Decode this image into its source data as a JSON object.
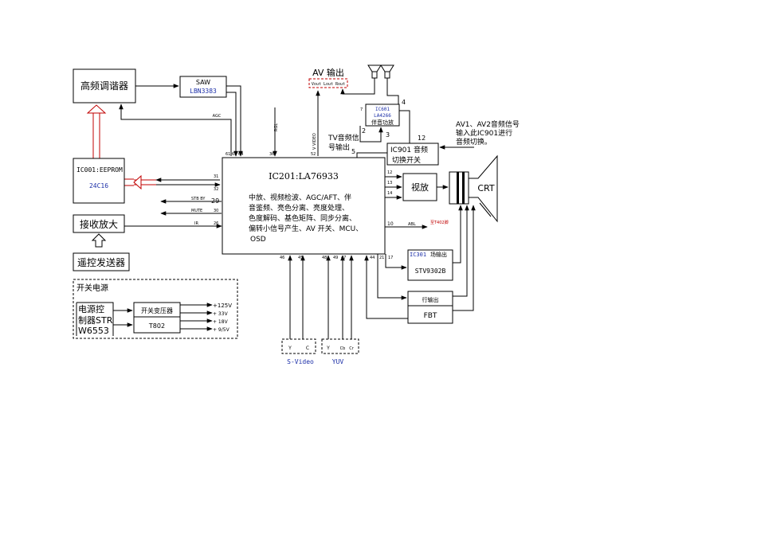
{
  "blocks": {
    "tuner": "高频调谐器",
    "saw_title": "SAW",
    "saw_part": "LBN3383",
    "eeprom_title": "IC001:EEPROM",
    "eeprom_part": "24C16",
    "receiver": "接收放大",
    "remote": "遥控发送器",
    "main_ic_title": "IC201:LA76933",
    "main_ic_desc": [
      "中放、视频检波、AGC/AFT、伴",
      "音鉴频、亮色分离、亮度处理、",
      "色度解码、基色矩阵、同步分离、",
      "偏转小信号产生、AV 开关、MCU、",
      "OSD"
    ],
    "av_out_title": "AV 输出",
    "av_out_ports": "Vout Lout Rout",
    "audio_amp_ic": "IC601",
    "audio_amp_part": "LA4266",
    "audio_amp_name": "伴音功放",
    "audio_switch_ic": "IC901 音频",
    "audio_switch_name": "切换开关",
    "tv_audio_note": [
      "TV音频信",
      "号输出"
    ],
    "av_audio_note": [
      "AV1、AV2音频信号",
      "输入此IC901进行",
      "音频切换。"
    ],
    "video_amp": "视放",
    "crt": "CRT",
    "vert_ic": "IC301",
    "vert_name": "场输出",
    "vert_part": "STV9302B",
    "horiz_name": "行输出",
    "fbt": "FBT",
    "abl_target": "至T402脚",
    "svideo_label": "S-Video",
    "svideo_pins": [
      "Y",
      "C"
    ],
    "yuv_label": "YUV",
    "yuv_pins": [
      "Y",
      "Cb",
      "Cr"
    ],
    "psu_title": "开关电源",
    "psu_ctrl": [
      "电源控",
      "制器STR",
      "W6553"
    ],
    "psu_xfmr_title": "开关变压器",
    "psu_xfmr_part": "T802",
    "psu_outputs": [
      "+125V",
      "+ 33V",
      "+ 18V",
      "+ 9/5V"
    ]
  },
  "signals": {
    "agc": "AGC",
    "rgl": "RGL",
    "v_video": "V VIDEO",
    "stb_by": "STB BY",
    "mute": "MUTE",
    "ir": "IR",
    "abl": "ABL"
  },
  "pins": {
    "top": [
      "61",
      "63",
      "64",
      "36",
      "52"
    ],
    "sda": "31",
    "scl": "32",
    "stb": "29",
    "mute": "30",
    "ir": "26",
    "rgb": [
      "12",
      "13",
      "14"
    ],
    "abl": "10",
    "bottom": [
      "46",
      "45",
      "48",
      "49",
      "47",
      "44",
      "21",
      "17"
    ],
    "amp": [
      "4",
      "2",
      "3"
    ],
    "amp_in": "7",
    "switch": [
      "5",
      "12"
    ]
  }
}
